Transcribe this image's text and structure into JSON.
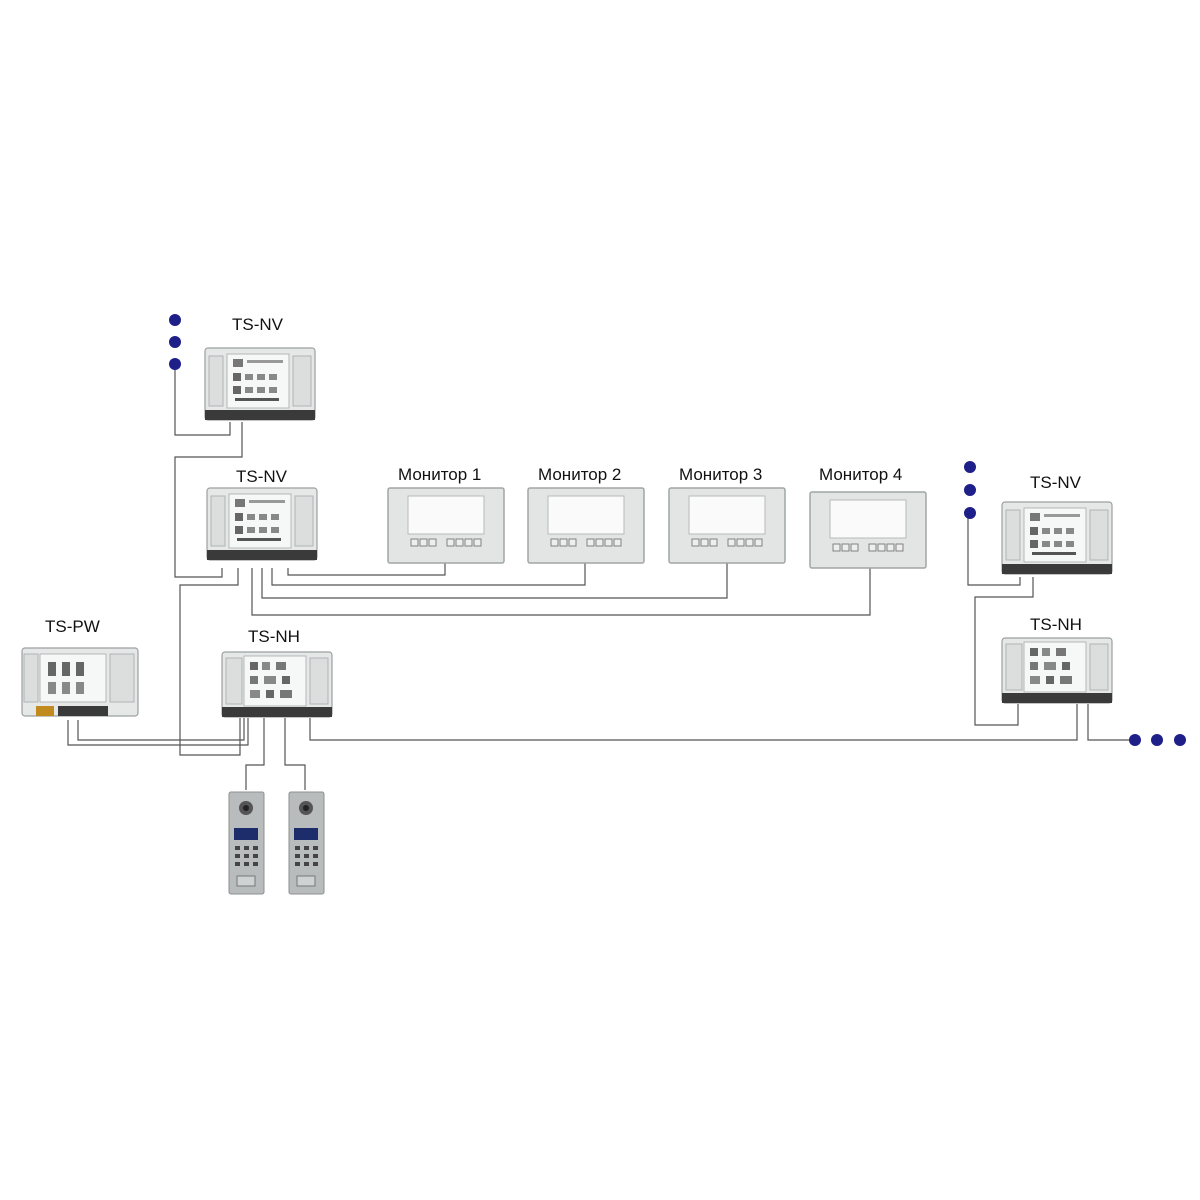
{
  "labels": {
    "nv_top_left": "TS-NV",
    "nv_mid_left": "TS-NV",
    "nv_right": "TS-NV",
    "nh_left": "TS-NH",
    "nh_right": "TS-NH",
    "pw": "TS-PW",
    "monitor_1": "Монитор 1",
    "monitor_2": "Монитор 2",
    "monitor_3": "Монитор 3",
    "monitor_4": "Монитор 4"
  },
  "colors": {
    "dots": "#1f1f8a",
    "wires": "#555555",
    "device_body": "#e6e8e8",
    "outdoor_panel": "#b9bcbd"
  },
  "icons": [
    "continuation-dots-icon",
    "distributor-module-icon",
    "power-supply-icon",
    "monitor-icon",
    "outdoor-call-panel-icon"
  ]
}
